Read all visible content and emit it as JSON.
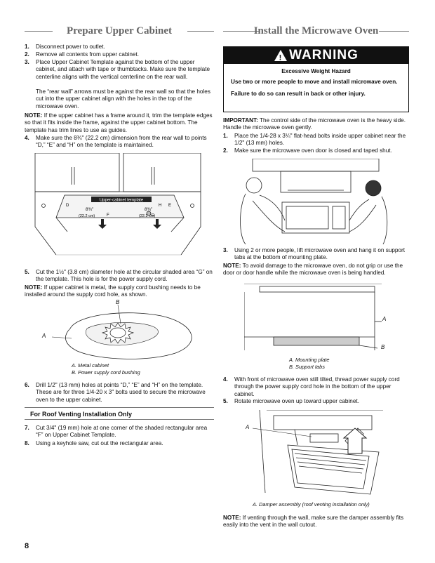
{
  "left": {
    "title": "Prepare Upper Cabinet",
    "steps_a": [
      {
        "n": "1.",
        "text": "Disconnect power to outlet."
      },
      {
        "n": "2.",
        "text": "Remove all contents from upper cabinet."
      },
      {
        "n": "3.",
        "text": "Place Upper Cabinet Template against the bottom of the upper cabinet, and attach with tape or thumbtacks. Make sure the template centerline aligns with the vertical centerline on the rear wall."
      }
    ],
    "rear_wall_note": "The “rear wall” arrows must be against the rear wall so that the holes cut into the upper cabinet align with the holes in the top of the microwave oven.",
    "note1_label": "NOTE:",
    "note1_text": " If the upper cabinet has a frame around it, trim the template edges so that it fits inside the frame, against the upper cabinet bottom. The template has trim lines to use as guides.",
    "step4": {
      "n": "4.",
      "text": "Make sure the 8¾\" (22.2 cm) dimension from the rear wall to points “D,” “E” and “H” on the template is maintained."
    },
    "fig1": {
      "template_label": "Upper-cabinet template",
      "dim_left": "8¾\"",
      "dim_left_cm": "(22.2 cm)",
      "dim_right": "8¾\"",
      "dim_right_cm": "(22.2 cm)",
      "pt_d": "D",
      "pt_h": "H",
      "pt_e": "E",
      "pt_f": "F",
      "pt_g": "G"
    },
    "step5": {
      "n": "5.",
      "text": "Cut the 1½\" (3.8 cm) diameter hole at the circular shaded area “G” on the template. This hole is for the power supply cord."
    },
    "note2_label": "NOTE:",
    "note2_text": " If upper cabinet is metal, the supply cord bushing needs to be installed around the supply cord hole, as shown.",
    "fig2": {
      "label_a": "A",
      "label_b": "B",
      "cap_a": "A. Metal cabinet",
      "cap_b": "B. Power supply cord bushing"
    },
    "step6": {
      "n": "6.",
      "text": "Drill 1/2\" (13 mm) holes at points “D,” “E” and “H” on the template. These are for three 1/4-20 x 3\" bolts used to secure the microwave oven to the upper cabinet."
    },
    "subhead": "For Roof Venting Installation Only",
    "step7": {
      "n": "7.",
      "text": "Cut 3/4\" (19 mm) hole at one corner of the shaded rectangular area “F” on Upper Cabinet Template."
    },
    "step8": {
      "n": "8.",
      "text": "Using a keyhole saw, cut out the rectangular area."
    }
  },
  "right": {
    "title": "Install the Microwave Oven",
    "warning": {
      "symbol": "!",
      "heading": "WARNING",
      "title": "Excessive Weight Hazard",
      "line1": "Use two or more people to move and install microwave oven.",
      "line2": "Failure to do so can result in back or other injury."
    },
    "important_label": "IMPORTANT:",
    "important_text": " The control side of the microwave oven is the heavy side. Handle the microwave oven gently.",
    "step1": {
      "n": "1.",
      "text": "Place the 1/4-28 x 3¼\" flat-head bolts inside upper cabinet near the 1/2\" (13 mm) holes."
    },
    "step2": {
      "n": "2.",
      "text": "Make sure the microwave oven door is closed and taped shut."
    },
    "step3": {
      "n": "3.",
      "text": "Using 2 or more people, lift microwave oven and hang it on support tabs at the bottom of mounting plate."
    },
    "note3_label": "NOTE:",
    "note3_text": " To avoid damage to the microwave oven, do not grip or use the door or door handle while the microwave oven is being handled.",
    "fig4": {
      "label_a": "A",
      "label_b": "B",
      "cap_a": "A. Mounting plate",
      "cap_b": "B. Support tabs"
    },
    "step4": {
      "n": "4.",
      "text": "With front of microwave oven still tilted, thread power supply cord through the power supply cord hole in the bottom of the upper cabinet."
    },
    "step5": {
      "n": "5.",
      "text": "Rotate microwave oven up toward upper cabinet."
    },
    "fig5": {
      "label_a": "A",
      "cap": "A. Damper assembly (roof venting installation only)"
    },
    "note4_label": "NOTE:",
    "note4_text": " If venting through the wall, make sure the damper assembly fits easily into the vent in the wall cutout."
  },
  "page_number": "8"
}
